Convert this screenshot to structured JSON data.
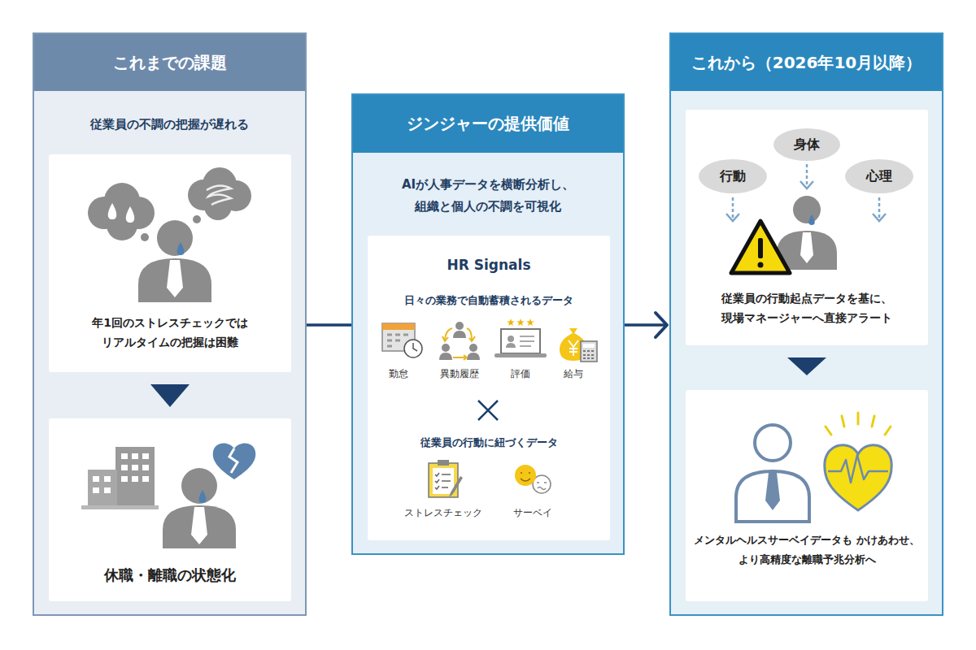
{
  "diagram": {
    "nodes": [
      {
        "text": [
          "これまでの課題",
          "従業員の不調の把握が遅れる"
        ]
      },
      {
        "text": [
          "年1回のストレスチェックでは リアルタイムの把握は困難"
        ],
        "in": 0
      },
      {
        "text": [
          "休職・離職の状態化"
        ],
        "in": 0
      },
      {
        "text": [
          "ジンジャーの提供価値",
          "AIが人事データを横断分析し、 組織と個人の不調を可視化"
        ]
      },
      {
        "text": [
          "HR Signals",
          "日々の業務で自動蓄積されるデータ",
          "従業員の行動に紐づくデータ"
        ],
        "in": 3
      },
      {
        "text": [
          "これから（2026年10月以降）"
        ]
      },
      {
        "text": [
          "従業員の行動起点データを基に、 現場マネージャーへ直接アラート"
        ],
        "in": 5
      },
      {
        "text": [
          "行動"
        ],
        "in": 6
      },
      {
        "text": [
          "身体"
        ],
        "in": 6
      },
      {
        "text": [
          "心理"
        ],
        "in": 6
      },
      {
        "text": [
          "メンタルヘルスサーベイデータも かけあわせ、より高精度な離職予兆分析へ"
        ],
        "in": 5
      }
    ],
    "edges": [
      {
        "from": 1,
        "to": 2,
        "arrow": "to"
      },
      {
        "from": 0,
        "to": 3,
        "arrow": "none"
      },
      {
        "from": 3,
        "to": 5,
        "arrow": "to"
      },
      {
        "from": 6,
        "to": 10,
        "arrow": "to"
      }
    ],
    "labels": [
      "勤怠",
      "異動履歴",
      "評価",
      "給与",
      "ストレスチェック",
      "サーベイ"
    ]
  }
}
